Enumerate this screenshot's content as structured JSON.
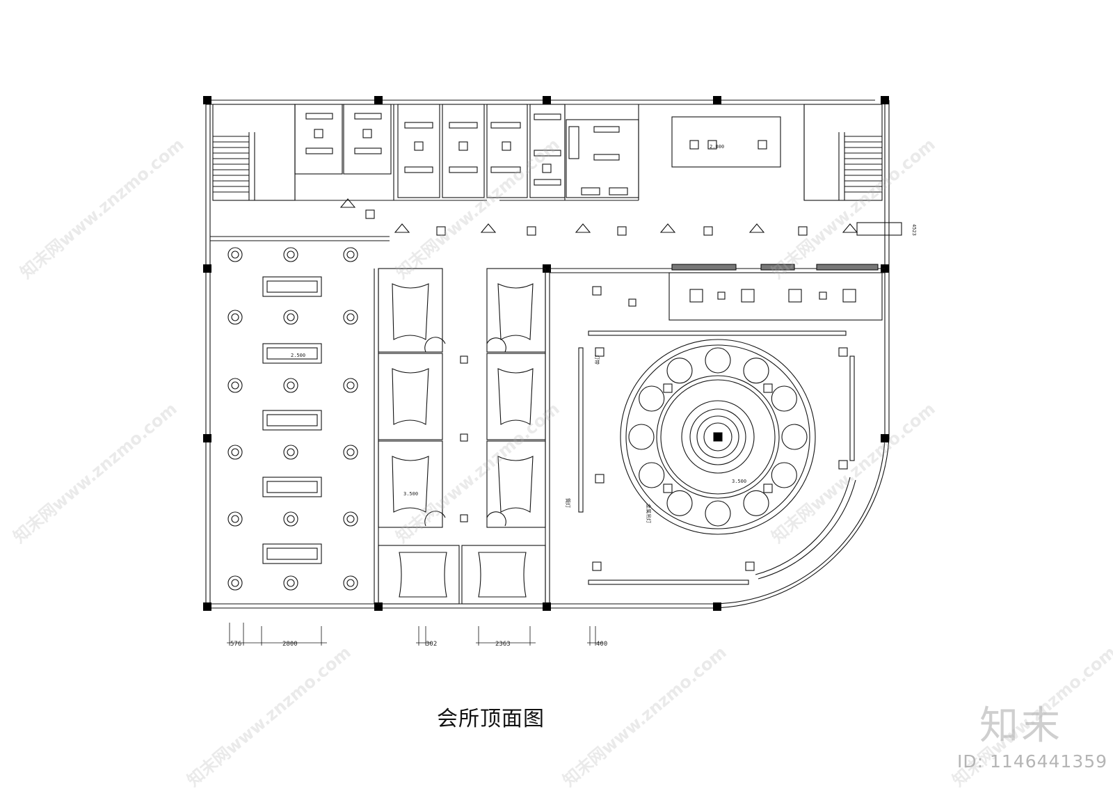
{
  "drawing": {
    "title": "会所顶面图",
    "brand": "知末",
    "id_label": "ID: 1146441359",
    "watermark": "知末网www.znzmo.com"
  },
  "dimensions": [
    "576",
    "2800",
    "302",
    "2363",
    "400"
  ],
  "elevations": [
    "2.800",
    "2.500",
    "3.500",
    "3.500"
  ],
  "annotations": {
    "lamp_strip": "灯带",
    "down_light": "筒灯",
    "lighting_note": "金属吊灯",
    "side_dim": "4523"
  }
}
